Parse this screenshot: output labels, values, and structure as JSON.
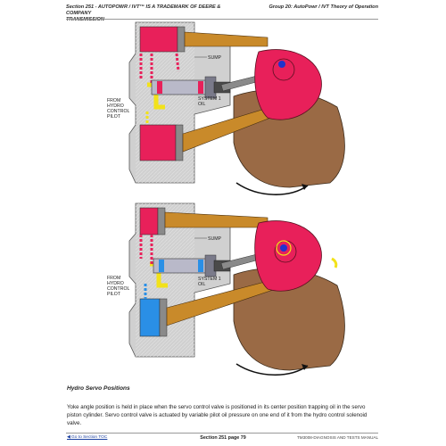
{
  "header": {
    "left_line1": "Section 251 - AUTOPOWR / IVT™ IS A TRADEMARK OF DEERE & COMPANY",
    "left_line2": "TRANSMISSION",
    "right": "Group 20: AutoPowr / IVT Theory of Operation"
  },
  "figure_top": {
    "sump_label": "SUMP",
    "hydro_label": [
      "FROM",
      "HYDRO",
      "CONTROL",
      "PILOT"
    ],
    "system_label": [
      "SYSTEM 1",
      "OIL"
    ]
  },
  "figure_bottom": {
    "sump_label": "SUMP",
    "hydro_label": [
      "FROM",
      "HYDRO",
      "CONTROL",
      "PILOT"
    ],
    "system_label": [
      "SYSTEM 1",
      "OIL"
    ]
  },
  "section": {
    "title": "Hydro Servo Positions",
    "body": "Yoke angle position is held in place when the servo control valve is positioned in its center position trapping oil in the servo piston cylinder. Servo control valve is actuated by variable pilot oil pressure on one end of it from the hydro control solenoid valve."
  },
  "footer": {
    "link": "Go to Section TOC",
    "center": "Section 251 page 79",
    "right": "TM3008-DIAGNOSIS AND TESTS MANUAL"
  },
  "colors": {
    "pressure_oil": "#e8205a",
    "pilot_oil": "#f2e21a",
    "trapped_oil": "#2a8fe6",
    "sump_oil": "#b9b9c9",
    "rod": "#c98a2a",
    "yoke": "#9a6a45",
    "housing": "#c9c9c9"
  }
}
